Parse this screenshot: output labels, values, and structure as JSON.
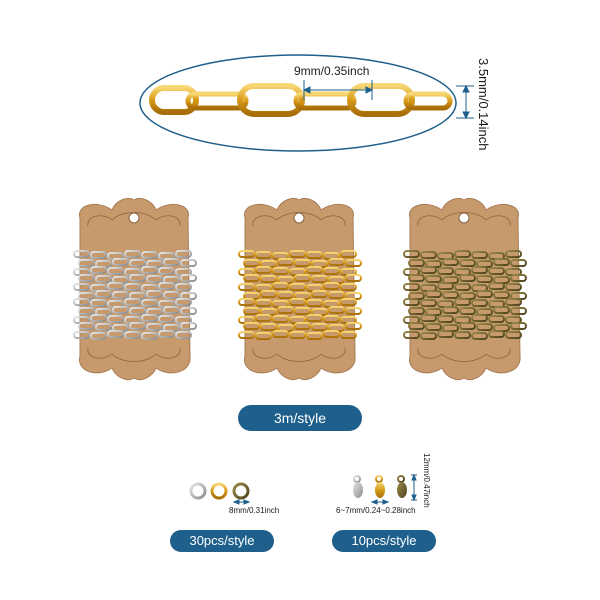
{
  "chain_detail": {
    "length_label": "9mm/0.35inch",
    "width_label": "3.5mm/0.14inch"
  },
  "cards": [
    {
      "finish": "silver",
      "color": "#a8a8a8"
    },
    {
      "finish": "gold",
      "color": "#e0a81e"
    },
    {
      "finish": "bronze",
      "color": "#6e5e2a"
    }
  ],
  "card_label": "3m/style",
  "jump_rings": {
    "size_label": "8mm/0.31inch",
    "quantity_label": "30pcs/style"
  },
  "lobster_clasps": {
    "height_label": "12mm/0.47inch",
    "width_label": "6~7mm/0.24~0.28inch",
    "quantity_label": "10pcs/style"
  },
  "colors": {
    "accent": "#1f5f8b",
    "card": "#c79a6e",
    "gold": "#e0a81e",
    "silver": "#a8a8a8",
    "bronze": "#6e5e2a"
  }
}
